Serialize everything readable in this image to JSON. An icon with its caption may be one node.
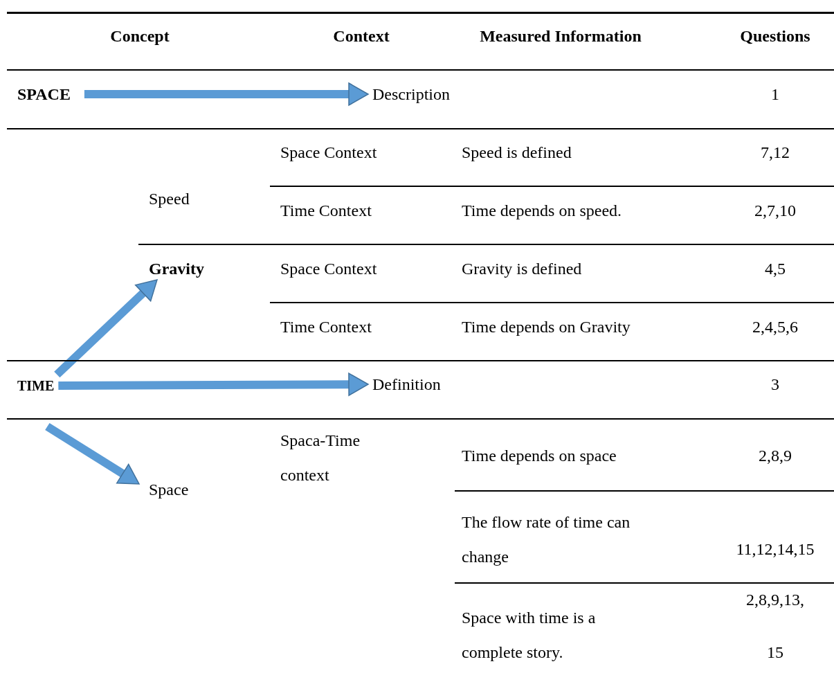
{
  "diagram": {
    "nodes": [
      {
        "text": [
          "SPACE"
        ]
      },
      {
        "text": [
          "Description"
        ]
      },
      {
        "text": [
          "Gravity"
        ]
      },
      {
        "text": [
          "TIME"
        ]
      },
      {
        "text": [
          "Definition"
        ]
      },
      {
        "text": [
          "Space"
        ]
      }
    ],
    "edges": [
      {
        "from": 0,
        "to": 1,
        "arrow": "to"
      },
      {
        "from": 3,
        "to": 2,
        "arrow": "to"
      },
      {
        "from": 3,
        "to": 4,
        "arrow": "to"
      },
      {
        "from": 3,
        "to": 5,
        "arrow": "to"
      }
    ],
    "labels": [
      "Concept",
      "Context",
      "Measured Information",
      "Questions",
      "1",
      "Space Context",
      "Speed is defined",
      "7,12",
      "Speed",
      "Time Context",
      "Time depends on speed.",
      "2,7,10",
      "Space Context",
      "Gravity is defined",
      "4,5",
      "Time Context",
      "Time depends on Gravity",
      "2,4,5,6",
      "3",
      "Spaca-Time context",
      "Time depends on space",
      "2,8,9",
      "The flow rate of time can change",
      "11,12,14,15",
      "Space with time is a complete story.",
      "2,8,9,13, 15"
    ]
  }
}
